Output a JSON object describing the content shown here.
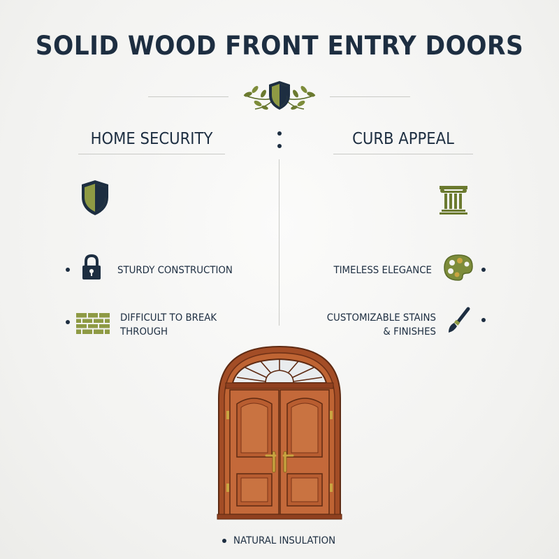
{
  "title": "SOLID WOOD FRONT ENTRY DOORS",
  "left_column": {
    "heading": "HOME SECURITY",
    "main_icon": "shield-icon",
    "features": [
      {
        "icon": "padlock-icon",
        "label": "STURDY CONSTRUCTION"
      },
      {
        "icon": "brick-wall-icon",
        "label_line1": "DIFFICULT TO BREAK",
        "label_line2": "THROUGH"
      }
    ]
  },
  "right_column": {
    "heading": "CURB APPEAL",
    "main_icon": "column-icon",
    "features": [
      {
        "icon": "palette-icon",
        "label": "TIMELESS ELEGANCE"
      },
      {
        "icon": "paintbrush-icon",
        "label_line1": "CUSTOMIZABLE STAINS",
        "label_line2": "& FINISHES"
      }
    ]
  },
  "bottom": {
    "icon": "double-door-icon",
    "feature": "NATURAL INSULATION"
  },
  "colors": {
    "navy": "#1d2e41",
    "olive": "#6b7a2f",
    "wood": "#b0582e",
    "wood_dark": "#7a3418",
    "gold": "#c9a441",
    "background": "#f4f4f2"
  }
}
